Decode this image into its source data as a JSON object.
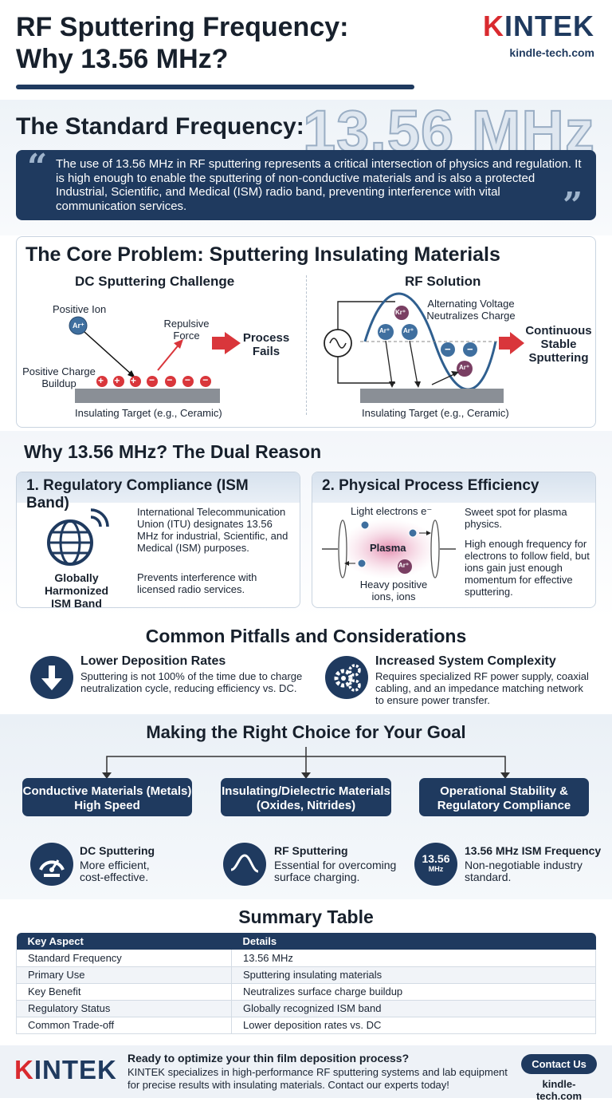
{
  "header": {
    "title_line1": "RF Sputtering Frequency:",
    "title_line2": "Why 13.56 MHz?",
    "logo_k": "K",
    "logo_rest": "INTEK",
    "site": "kindle-tech.com"
  },
  "standard": {
    "label": "The Standard Frequency:",
    "big": "13.56 MHz",
    "quote": "The use of 13.56 MHz in RF sputtering represents a critical intersection of physics and regulation. It is high enough to enable the sputtering of non-conductive materials and is also a protected Industrial, Scientific, and Medical (ISM) radio band, preventing interference with vital communication services.",
    "open_quote": "“",
    "close_quote": "”"
  },
  "core": {
    "title": "The Core Problem: Sputtering Insulating Materials",
    "dc": {
      "title": "DC Sputtering Challenge",
      "positive_ion": "Positive Ion",
      "ion_symbol": "Ar⁺",
      "repulsive": "Repulsive",
      "force": "Force",
      "buildup_1": "Positive Charge",
      "buildup_2": "Buildup",
      "fail_1": "Process",
      "fail_2": "Fails",
      "target": "Insulating Target (e.g., Ceramic)",
      "plus": "+",
      "minus": "−"
    },
    "rf": {
      "title": "RF Solution",
      "alt_1": "Alternating Voltage",
      "alt_2": "Neutralizes Charge",
      "ion_symbol": "Ar⁺",
      "kr_symbol": "Kr⁺",
      "success_1": "Continuous",
      "success_2": "Stable",
      "success_3": "Sputtering",
      "target": "Insulating Target (e.g., Ceramic)",
      "minus": "−"
    }
  },
  "why": {
    "title": "Why 13.56 MHz? The Dual Reason",
    "reg": {
      "title": "1. Regulatory Compliance (ISM Band)",
      "globe_1": "Globally Harmonized",
      "globe_2": "ISM Band",
      "text_1": "International Telecommunication Union (ITU) designates 13.56 MHz for industrial, Scientific, and Medical (ISM) purposes.",
      "text_2": "Prevents interference with licensed radio services."
    },
    "phys": {
      "title": "2. Physical Process Efficiency",
      "light": "Light electrons e⁻",
      "plasma": "Plasma",
      "heavy_1": "Heavy positive",
      "heavy_2": "ions, ions",
      "e_symbol": "e⁻",
      "ion_symbol": "Ar⁺",
      "text_1": "Sweet spot for plasma physics.",
      "text_2": "High enough frequency for electrons to follow field, but ions gain just enough momentum for effective sputtering."
    }
  },
  "pitfalls": {
    "title": "Common Pitfalls and Considerations",
    "items": [
      {
        "title": "Lower Deposition Rates",
        "text": "Sputtering is not 100% of the time due to charge neutralization cycle, reducing efficiency vs. DC.",
        "icon": "down-arrow-icon"
      },
      {
        "title": "Increased System Complexity",
        "text": "Requires specialized RF power supply, coaxial cabling, and an impedance matching network to ensure power transfer.",
        "icon": "gears-icon"
      }
    ]
  },
  "choice": {
    "title": "Making the Right Choice for Your Goal",
    "goals": [
      {
        "pill_1": "Conductive Materials (Metals)",
        "pill_2": "High Speed",
        "title": "DC Sputtering",
        "text_1": "More efficient,",
        "text_2": "cost-effective."
      },
      {
        "pill_1": "Insulating/Dielectric Materials",
        "pill_2": "(Oxides, Nitrides)",
        "title": "RF Sputtering",
        "text_1": "Essential for overcoming",
        "text_2": "surface charging."
      },
      {
        "pill_1": "Operational Stability &",
        "pill_2": "Regulatory Compliance",
        "title": "13.56 MHz ISM Frequency",
        "text_1": "Non-negotiable industry",
        "text_2": "standard."
      }
    ],
    "badge_num": "13.56",
    "badge_unit": "MHz"
  },
  "summary": {
    "title": "Summary Table",
    "headers": [
      "Key Aspect",
      "Details"
    ],
    "rows": [
      [
        "Standard Frequency",
        "13.56 MHz"
      ],
      [
        "Primary Use",
        "Sputtering insulating materials"
      ],
      [
        "Key Benefit",
        "Neutralizes surface charge buildup"
      ],
      [
        "Regulatory Status",
        "Globally recognized ISM band"
      ],
      [
        "Common Trade-off",
        "Lower deposition rates vs. DC"
      ]
    ]
  },
  "footer": {
    "logo_k": "K",
    "logo_rest": "INTEK",
    "headline": "Ready to optimize your thin film deposition process?",
    "body": "KINTEK specializes in high-performance RF sputtering systems and lab equipment for precise results with insulating materials. Contact our experts today!",
    "contact": "Contact Us",
    "site": "kindle-tech.com"
  },
  "colors": {
    "navy": "#1f3a5f",
    "brand_red": "#d92a2f",
    "arrow_red": "#d9363b",
    "ion_blue": "#3f6f9f",
    "ion_purple": "#7a3f63"
  }
}
